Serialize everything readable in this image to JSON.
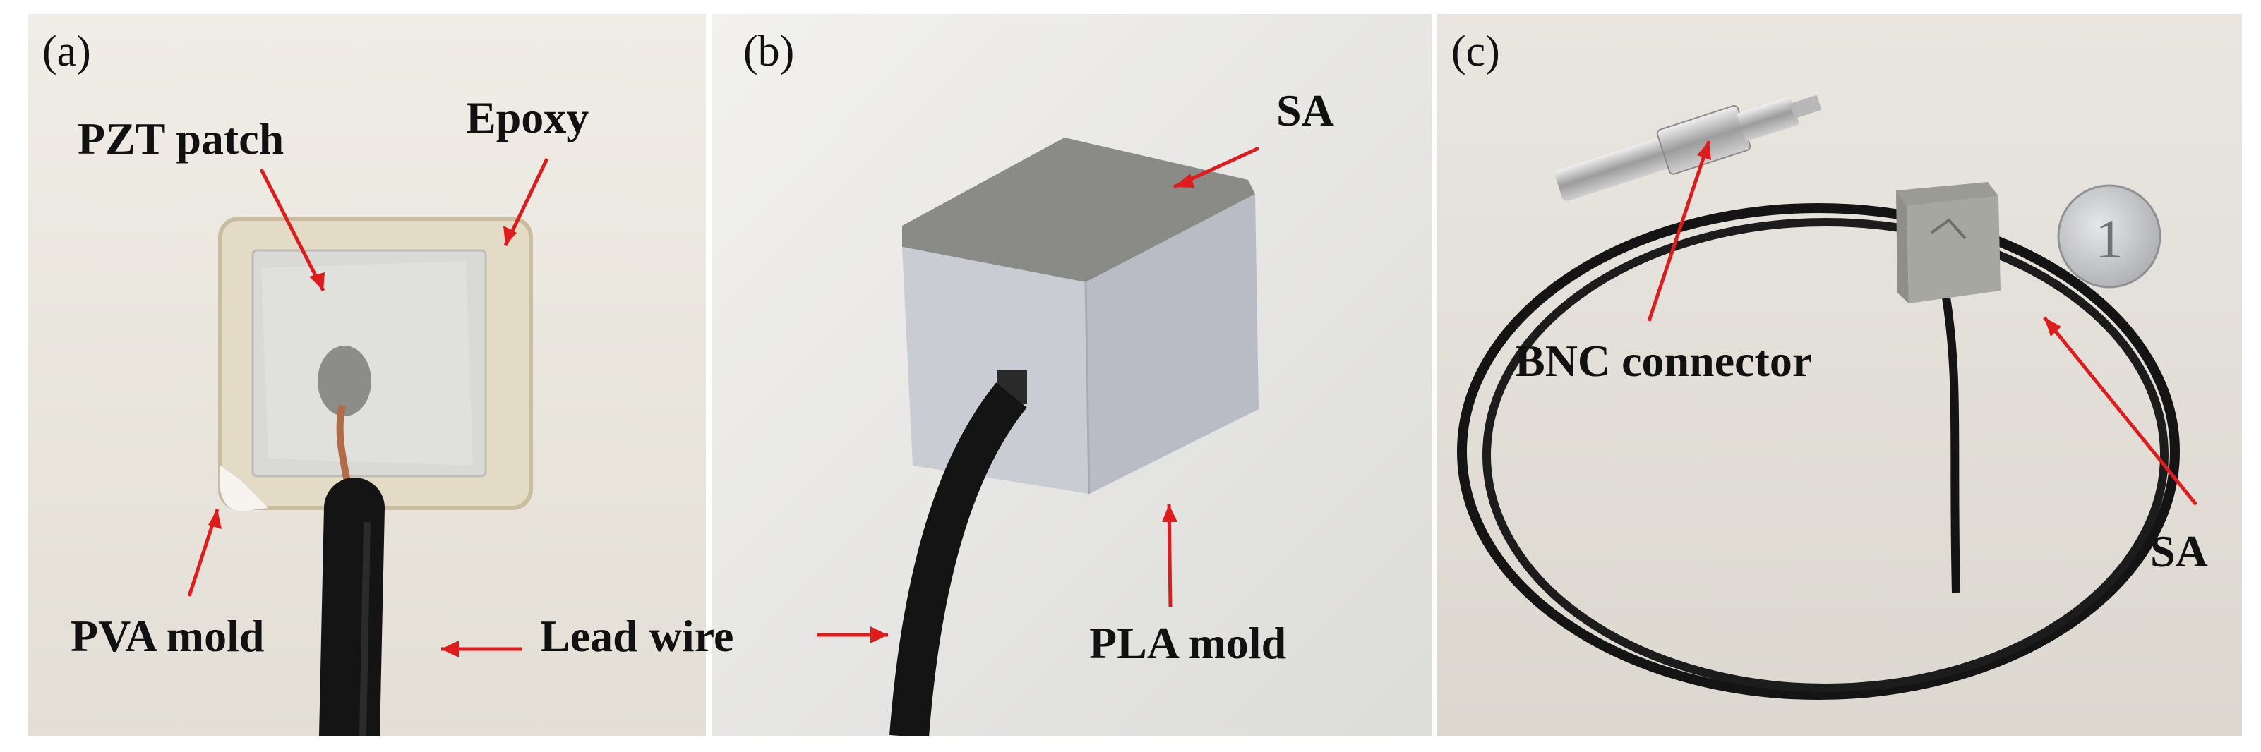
{
  "panels": [
    {
      "label": "(a)",
      "callouts": {
        "pzt_patch": "PZT patch",
        "epoxy": "Epoxy",
        "pva_mold": "PVA mold"
      }
    },
    {
      "label": "(b)",
      "callouts": {
        "sa": "SA",
        "pla_mold": "PLA mold"
      }
    },
    {
      "label": "(c)",
      "callouts": {
        "bnc_connector": "BNC connector",
        "sa": "SA"
      }
    }
  ],
  "shared_callout": {
    "lead_wire": "Lead wire"
  },
  "colors": {
    "arrow": "#e01b1b",
    "epoxy": "#e4dbc6",
    "pzt": "#d9d9d6",
    "cable": "#141414",
    "pla": "#c9ccd3",
    "sa_top": "#8a8a86",
    "coin": "#c5c7c9"
  }
}
